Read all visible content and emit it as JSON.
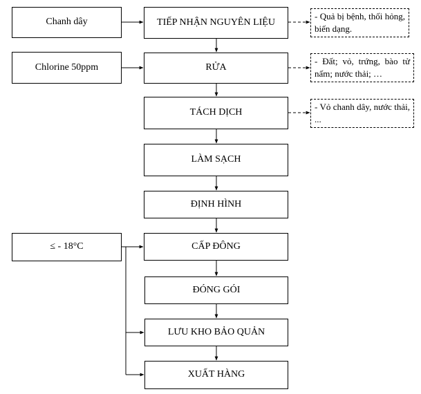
{
  "inputs": {
    "passion_fruit": "Chanh dây",
    "chlorine": "Chlorine 50ppm",
    "temperature": "≤ - 18°C"
  },
  "steps": {
    "receive": "TIẾP NHẬN NGUYÊN LIỆU",
    "wash": "RỬA",
    "extract": "TÁCH DỊCH",
    "clean": "LÀM SẠCH",
    "shape": "ĐỊNH HÌNH",
    "freeze": "CẤP ĐÔNG",
    "pack": "ĐÓNG GÓI",
    "store": "LƯU KHO BẢO QUẢN",
    "ship": "XUẤT HÀNG"
  },
  "waste": {
    "receive": "- Quả bị bệnh, thối hỏng, biến dạng.",
    "wash": "- Đất; vỏ, trứng, bào tử nấm; nước thải; …",
    "extract": "- Vỏ chanh dây, nước thải, ..."
  }
}
